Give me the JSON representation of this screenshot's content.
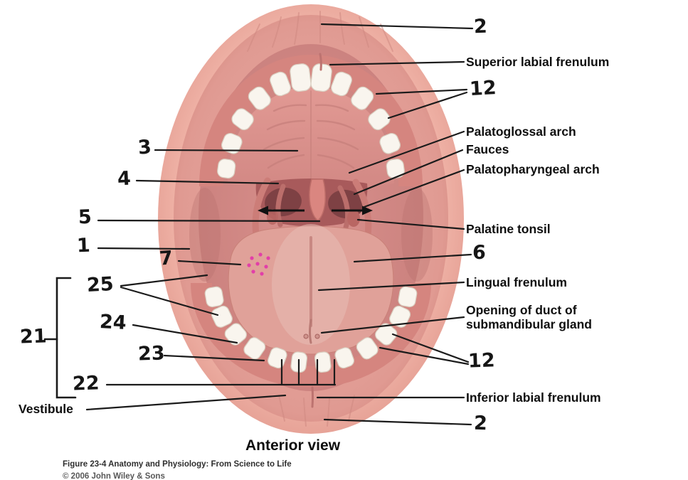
{
  "figure": {
    "caption": "Anterior view",
    "credit_line1": "Figure 23-4  Anatomy and Physiology: From Science to Life",
    "credit_line2": "© 2006 John Wiley & Sons"
  },
  "annotations": {
    "numbers": {
      "upper_lip": "2",
      "upper_teeth": "12",
      "hard_palate": "3",
      "soft_palate": "4",
      "uvula": "5",
      "cheek": "1",
      "tongue_dots": "7",
      "teeth_group_25": "25",
      "bracket_21": "21",
      "teeth_24": "24",
      "teeth_23": "23",
      "incisors_22": "22",
      "tongue_side_6": "6",
      "lower_teeth": "12",
      "lower_lip": "2"
    },
    "text_labels": {
      "superior_labial_frenulum": "Superior labial frenulum",
      "palatoglossal_arch": "Palatoglossal arch",
      "fauces": "Fauces",
      "palatopharyngeal_arch": "Palatopharyngeal arch",
      "palatine_tonsil": "Palatine tonsil",
      "lingual_frenulum": "Lingual frenulum",
      "duct_line1": "Opening of duct of",
      "duct_line2": "submandibular gland",
      "inferior_labial_frenulum": "Inferior labial frenulum",
      "vestibule": "Vestibule"
    }
  },
  "colors": {
    "skin": "#eeb2a6",
    "lip": "#e29d95",
    "mucosa": "#d28885",
    "palate": "#db928d",
    "teeth": "#f9f5ee",
    "tongue": "#e0a199",
    "fauces_dark": "#7e4144",
    "marker_dots": "#e23fa8",
    "leader_line": "#1b1b1b"
  }
}
